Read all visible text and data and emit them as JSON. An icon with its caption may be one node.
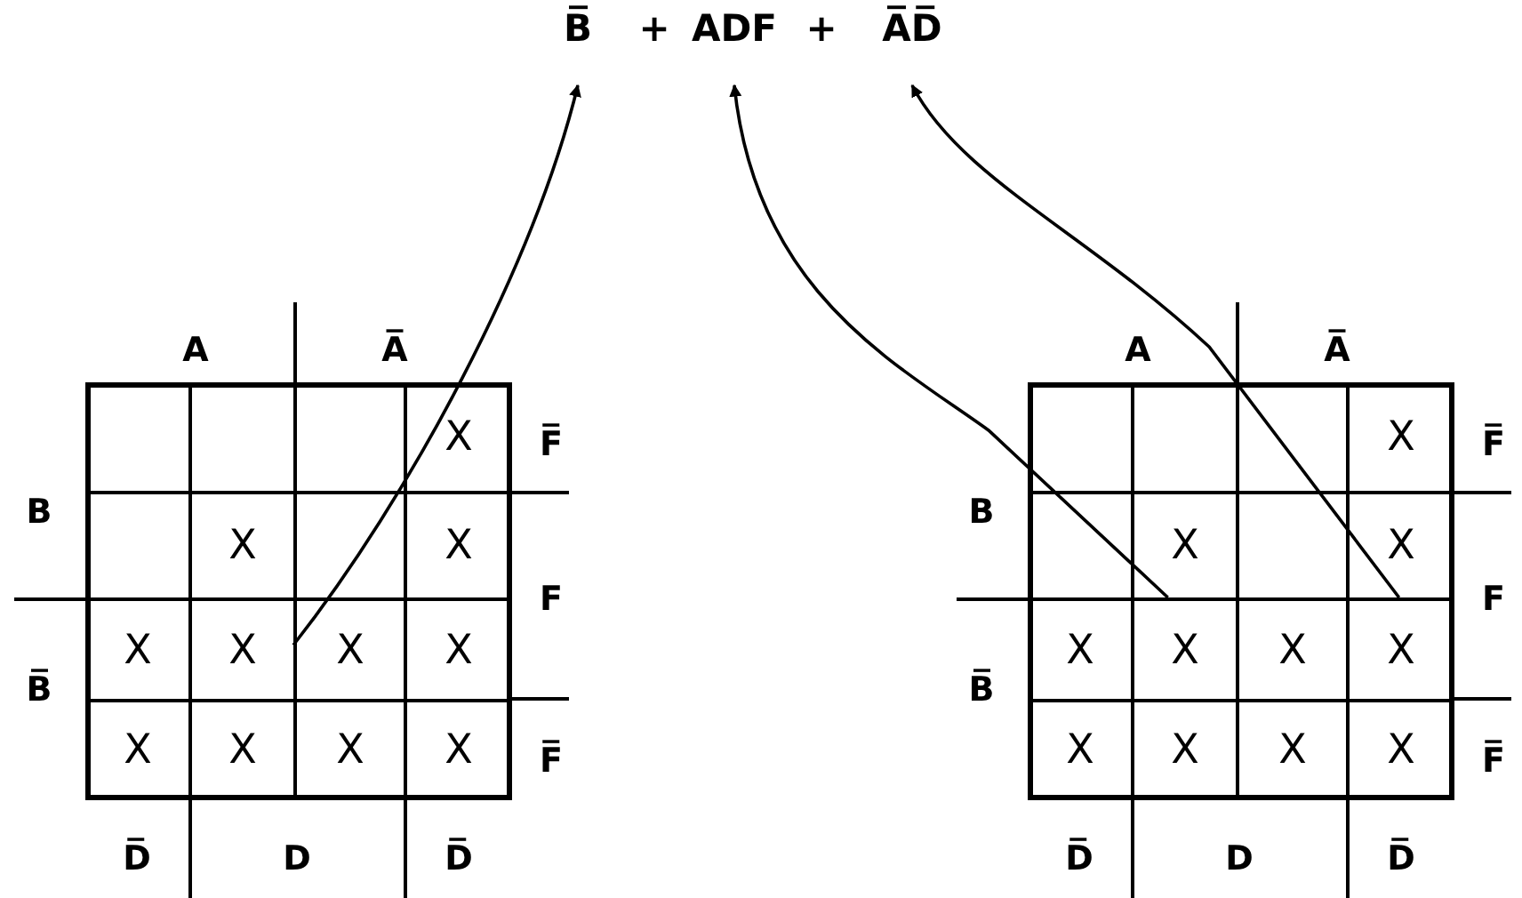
{
  "diagram": {
    "nodes": [
      {
        "text": [
          "B̅"
        ]
      },
      {
        "text": [
          "ADF"
        ]
      },
      {
        "text": [
          "A̅D̅"
        ]
      },
      {
        "text": [],
        "shape": "box"
      },
      {
        "text": [
          "X"
        ],
        "in": 3
      },
      {
        "text": [
          "X"
        ],
        "in": 3
      },
      {
        "text": [
          "X"
        ],
        "in": 3
      },
      {
        "text": [
          "X"
        ],
        "in": 3
      },
      {
        "text": [
          "X"
        ],
        "in": 3
      },
      {
        "text": [
          "X"
        ],
        "in": 3
      },
      {
        "text": [
          "X"
        ],
        "in": 3
      },
      {
        "text": [
          "X"
        ],
        "in": 3
      },
      {
        "text": [
          "X"
        ],
        "in": 3
      },
      {
        "text": [
          "X"
        ],
        "in": 3
      },
      {
        "text": [
          "X"
        ],
        "in": 3
      },
      {
        "text": [],
        "shape": "box"
      },
      {
        "text": [
          "X"
        ],
        "in": 15
      },
      {
        "text": [
          "X"
        ],
        "in": 15
      },
      {
        "text": [
          "X"
        ],
        "in": 15
      },
      {
        "text": [
          "X"
        ],
        "in": 15
      },
      {
        "text": [
          "X"
        ],
        "in": 15
      },
      {
        "text": [
          "X"
        ],
        "in": 15
      },
      {
        "text": [
          "X"
        ],
        "in": 15
      },
      {
        "text": [
          "X"
        ],
        "in": 15
      },
      {
        "text": [
          "X"
        ],
        "in": 15
      },
      {
        "text": [
          "X"
        ],
        "in": 15
      },
      {
        "text": [
          "X"
        ],
        "in": 15
      }
    ],
    "edges": [
      {
        "from": 8,
        "to": 0,
        "arrow": "to"
      },
      {
        "from": 17,
        "to": 1,
        "arrow": "to"
      },
      {
        "from": 18,
        "to": 2,
        "arrow": "to"
      }
    ],
    "labels": [
      "+",
      "+",
      "A",
      "A̅",
      "B",
      "F̅",
      "F",
      "B̅",
      "F̅",
      "D̅",
      "D",
      "D̅",
      "A",
      "A̅",
      "B",
      "F̅",
      "F",
      "B̅",
      "F̅",
      "D̅",
      "D",
      "D̅"
    ]
  }
}
